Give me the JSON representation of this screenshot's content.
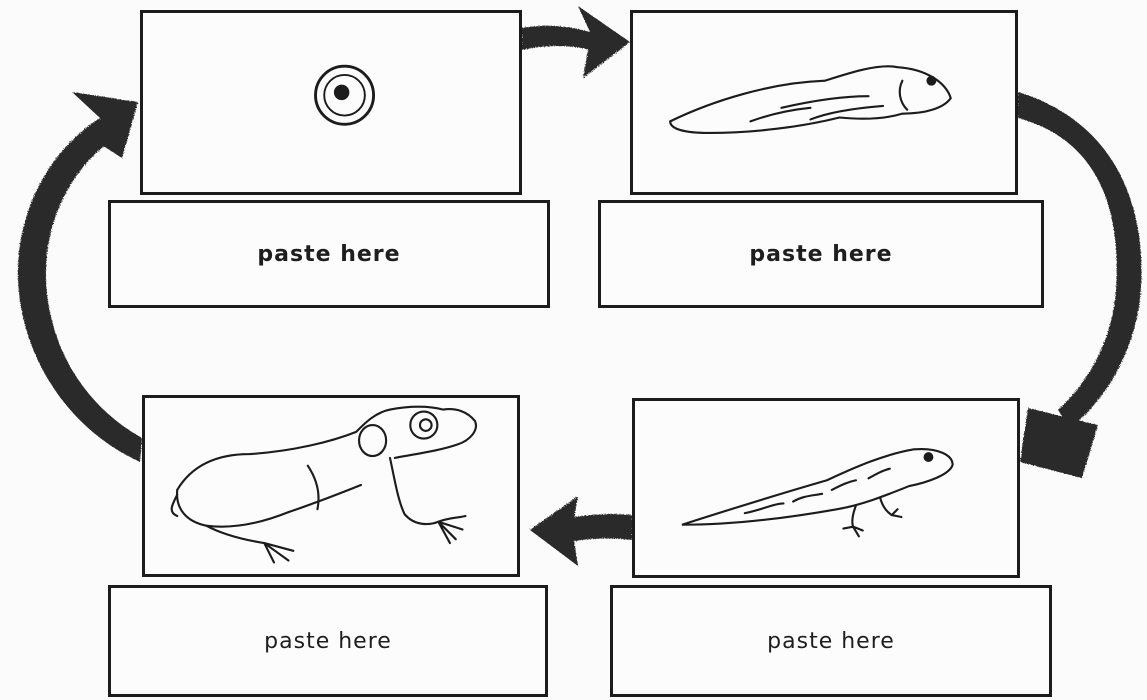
{
  "title": "",
  "labels": {
    "egg": "paste here",
    "tadpole": "paste here",
    "froglet": "paste here",
    "frog": "paste here"
  },
  "colors": {
    "line": "#1c1c1c",
    "arrow": "#2a2a2a",
    "paper": "#fbfbfb"
  },
  "stages": [
    {
      "id": "egg",
      "icon": "frog-egg-icon"
    },
    {
      "id": "tadpole",
      "icon": "tadpole-icon"
    },
    {
      "id": "froglet",
      "icon": "tadpole-with-legs-icon"
    },
    {
      "id": "frog",
      "icon": "adult-frog-icon"
    }
  ]
}
